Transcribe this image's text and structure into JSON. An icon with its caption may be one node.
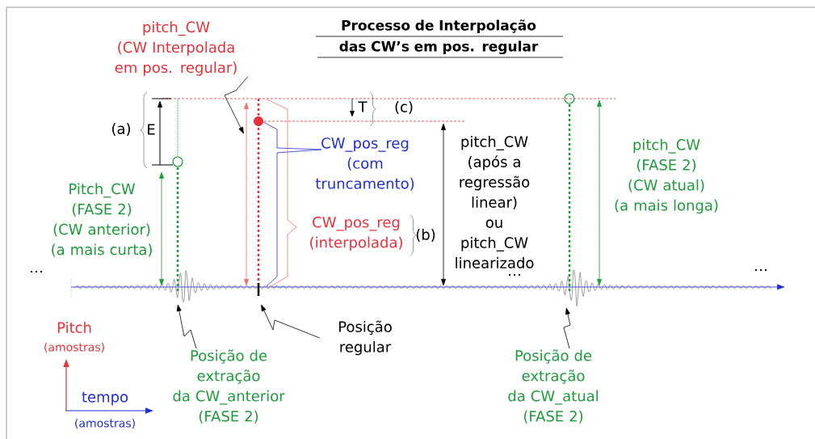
{
  "diagram": {
    "title": "Processo de Interpolação das CW’s em pos. regular",
    "nodes": [
      {
        "text": [
          "pitch_CW",
          "(CW Interpolada em pos. regular)"
        ]
      },
      {
        "text": [
          "CW_pos_reg",
          "(com truncamento)"
        ]
      },
      {
        "text": [
          "CW_pos_reg",
          "(interpolada)"
        ]
      },
      {
        "text": [
          "pitch_CW",
          "(após a regressão linear)",
          "ou",
          "pitch_CW linearizado"
        ]
      },
      {
        "text": [
          "Pitch_CW",
          "(FASE 2)",
          "(CW anterior)",
          "(a mais curta)"
        ]
      },
      {
        "text": [
          "pitch_CW",
          "(FASE 2)",
          "(CW atual)",
          "(a mais longa)"
        ]
      },
      {
        "text": [
          "Posição de extração",
          "da CW_anterior",
          "(FASE 2)"
        ]
      },
      {
        "text": [
          "Posição regular"
        ]
      },
      {
        "text": [
          "Posição de extração",
          "da CW_atual",
          "(FASE 2)"
        ]
      }
    ],
    "edges": [
      {
        "from": 0,
        "to": null,
        "arrow": "to"
      },
      {
        "from": 6,
        "to": null,
        "arrow": "to"
      },
      {
        "from": 7,
        "to": null,
        "arrow": "to"
      },
      {
        "from": 8,
        "to": null,
        "arrow": "to"
      }
    ],
    "labels": [
      "(a)",
      "E",
      "T",
      "(c)",
      "(b)",
      "Pitch",
      "(amostras)",
      "tempo",
      "(amostras)",
      "…",
      "…",
      "…"
    ]
  }
}
